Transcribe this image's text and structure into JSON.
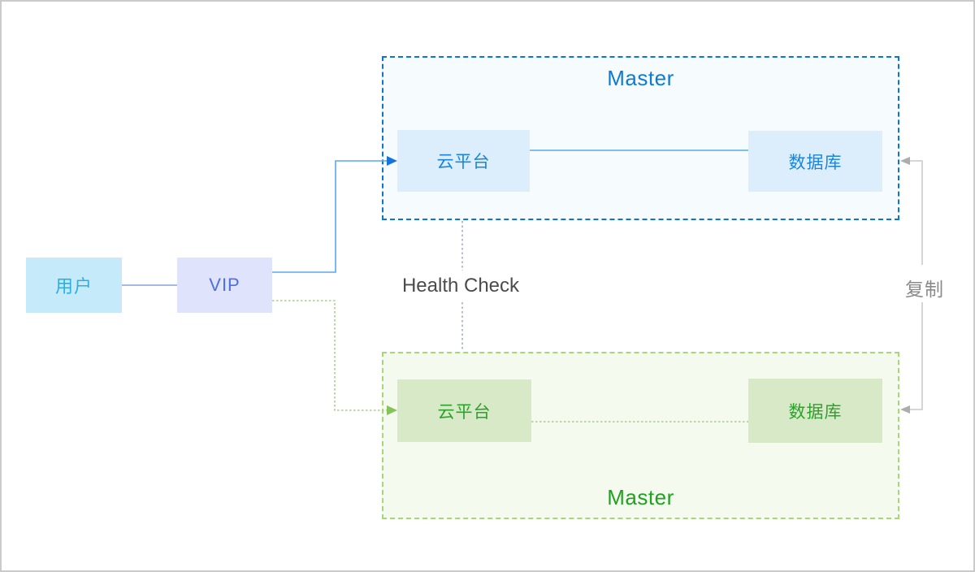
{
  "nodes": {
    "user": {
      "label": "用户"
    },
    "vip": {
      "label": "VIP"
    },
    "master_top": {
      "label": "Master"
    },
    "cloud_platform_top": {
      "label": "云平台"
    },
    "database_top": {
      "label": "数据库"
    },
    "master_bottom": {
      "label": "Master"
    },
    "cloud_platform_bottom": {
      "label": "云平台"
    },
    "database_bottom": {
      "label": "数据库"
    }
  },
  "edge_labels": {
    "health_check": "Health Check",
    "replication": "复制"
  },
  "colors": {
    "canvas_border": "#cbcbcb",
    "user_bg": "#c5ebfa",
    "user_text": "#2face3",
    "vip_bg": "#dfe3fb",
    "vip_text": "#4c6fe4",
    "user_vip_line": "#8aa4de",
    "blue_group_bg": "#f6fbfe",
    "blue_group_border": "#0c74d2",
    "blue_title": "#0f7ad4",
    "blue_box_bg": "#dceefb",
    "blue_box_text": "#1b85db",
    "blue_line": "#5aa9ec",
    "blue_arrow": "#1474da",
    "green_group_bg": "#f5faef",
    "green_group_border": "#a6d878",
    "green_title": "#21a021",
    "green_box_bg": "#d7e9c6",
    "green_box_text": "#2ba32b",
    "green_line": "#a8cd88",
    "green_arrow": "#85c258",
    "health_line": "#9faec6",
    "health_text": "#4b4b4b",
    "repl_line": "#c8c8c8",
    "repl_arrow": "#adadad",
    "repl_text": "#8a8a8a"
  }
}
